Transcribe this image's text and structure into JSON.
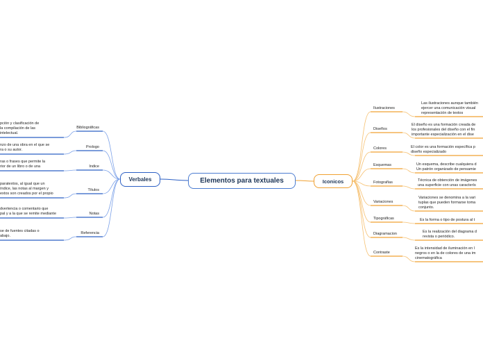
{
  "central": "Elementos para textuales",
  "verbales": {
    "title": "Verbales",
    "items": [
      {
        "label": "Bibliográficas",
        "lines": [
          "pción y clasificación de",
          "la compilación de las",
          "intelectual."
        ]
      },
      {
        "label": "Prologo",
        "lines": [
          "nzo de una obra en el que se",
          "ra o su autor."
        ]
      },
      {
        "label": "Indice",
        "lines": [
          "ras o frases que permite la",
          "rior de un libro o de una"
        ]
      },
      {
        "label": "Títulos",
        "lines": [
          "paratextos, al igual que un",
          "índice, las notas al margen y",
          "extos son creados por el propio"
        ]
      },
      {
        "label": "Notas",
        "lines": [
          "dvertencia o comentario que",
          "pal y a la que se remite mediante"
        ]
      },
      {
        "label": "Referencia",
        "lines": [
          "se de fuentes citadas o",
          "abajo."
        ]
      }
    ]
  },
  "iconicos": {
    "title": "Iconicos",
    "items": [
      {
        "label": "Ilustraciones",
        "lines": [
          "Las ilustraciones aunque también",
          "ejercer una comunicación visual",
          "representación de textos"
        ]
      },
      {
        "label": "Diseños",
        "lines": [
          "El diseño es una formación creada de",
          "los profesionales del diseño con el fin",
          "importante especialización en el dise"
        ]
      },
      {
        "label": "Colores",
        "lines": [
          "El color es una formación específica p",
          "diseño especializado"
        ]
      },
      {
        "label": "Esquemas",
        "lines": [
          "Un esquema, describe cualquiera d",
          "Un patrón organizado de pensamie"
        ]
      },
      {
        "label": "Fotografías",
        "lines": [
          "Técnica de obtención de imágenes",
          "una superficie con unas caracterís"
        ]
      },
      {
        "label": "Variaciones",
        "lines": [
          "Variaciones se denomina a la vari",
          "tuplas que pueden formarse toma",
          "conjunto."
        ]
      },
      {
        "label": "Tipográficas",
        "lines": [
          "Es la forma o tipo de postura al t"
        ]
      },
      {
        "label": "Diagramacion",
        "lines": [
          "Es la realización del diagrama d",
          "revista o periódico."
        ]
      },
      {
        "label": "Contraste",
        "lines": [
          "Es la intensidad de iluminación en l",
          "negros o en la de colores de una im",
          "cinematográfica"
        ]
      }
    ]
  },
  "colors": {
    "verbal_branch": "#2b5fc4",
    "verbal_line": "#7aa0e8",
    "iconic_branch": "#f0a030",
    "iconic_line": "#f6c070",
    "central_border": "#4a7bd0"
  }
}
